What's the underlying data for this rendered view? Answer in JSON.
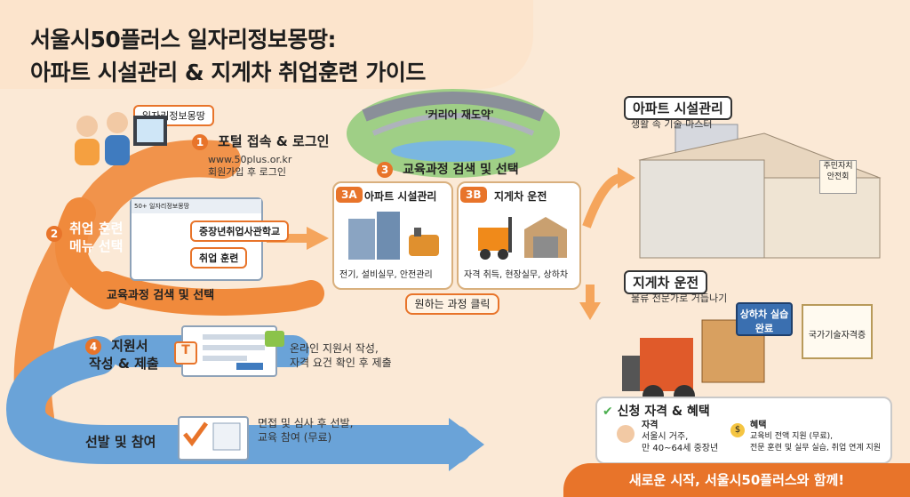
{
  "header": {
    "title_line1": "서울시50플러스 일자리정보몽땅:",
    "title_line2": "아파트 시설관리 & 지게차 취업훈련 가이드"
  },
  "bridge": {
    "label": "'커리어 재도약'"
  },
  "step1": {
    "number": "1",
    "title": "포털 접속 & 로그인",
    "url": "www.50plus.or.kr",
    "desc": "회원가입 후 로그인",
    "bubble": "일자리정보몽땅"
  },
  "step2": {
    "number": "2",
    "title_line1": "취업 훈련",
    "title_line2": "메뉴 선택",
    "menu_item1": "중장년취업사관학교",
    "menu_item2": "취업 훈련",
    "screen_header": "50+ 일자리정보몽땅",
    "path_label": "교육과정 검색 및 선택"
  },
  "step3": {
    "number": "3",
    "title": "교육과정 검색 및 선택",
    "option_a": {
      "badge": "3A",
      "title": "아파트 시설관리",
      "desc": "전기, 설비실무, 안전관리"
    },
    "option_b": {
      "badge": "3B",
      "title": "지게차 운전",
      "desc": "자격 취득, 현장실무, 상하차"
    },
    "click_label": "원하는 과정 클릭"
  },
  "step4": {
    "number": "4",
    "title_line1": "지원서",
    "title_line2": "작성 & 제출",
    "desc_line1": "온라인 지원서 작성,",
    "desc_line2": "자격 요건 확인 후 제출"
  },
  "step5": {
    "title": "선발 및 참여",
    "desc_line1": "면접 및 심사 후 선발,",
    "desc_line2": "교육 참여 (무료)"
  },
  "apartment": {
    "title": "아파트 시설관리",
    "subtitle": "생활 속 기술 마스터",
    "sign": "주민자치 안전회"
  },
  "forklift": {
    "title": "지게차 운전",
    "subtitle": "물류 전문가로 거듭나기",
    "complete": "상하차 실습 완료",
    "cert": "국가기술자격증"
  },
  "benefits": {
    "title": "신청 자격 & 혜택",
    "qual_title": "자격",
    "qual_line1": "서울시 거주,",
    "qual_line2": "만 40~64세 중장년",
    "benefit_title": "혜택",
    "benefit_line1": "교육비 전액 지원 (무료),",
    "benefit_line2": "전문 훈련 및 실무 실습, 취업 연계 지원"
  },
  "footer": {
    "text": "새로운 시작, 서울시50플러스와 함께!"
  },
  "colors": {
    "accent": "#e8742a",
    "path": "#f08a3c",
    "blue_path": "#6aa3d8",
    "bg": "#fbe9d6"
  }
}
